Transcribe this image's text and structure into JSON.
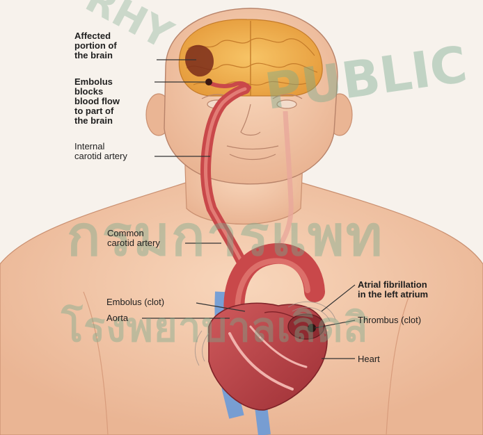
{
  "labels": {
    "affected_portion": "Affected\nportion of\nthe brain",
    "embolus_blocks": "Embolus\nblocks\nblood flow\nto part of\nthe brain",
    "internal_carotid": "Internal\ncarotid artery",
    "common_carotid": "Common\ncarotid artery",
    "embolus_clot": "Embolus (clot)",
    "aorta": "Aorta",
    "atrial_fibrillation": "Atrial fibrillation\nin the left atrium",
    "thrombus": "Thrombus (clot)",
    "heart": "Heart"
  },
  "watermark": {
    "top_text": "PUBLIC",
    "logo_letters": "RHY",
    "thai_line_1": "กรมการแพท",
    "thai_line_2": "โรงพยาบาลเลิดสิ"
  },
  "colors": {
    "skin": "#f4c9a8",
    "skin_shadow": "#e0a584",
    "artery": "#c9484a",
    "artery_light": "#e27f7a",
    "vein": "#6a9ad8",
    "brain": "#f3b24a",
    "watermark": "#78aa8c"
  }
}
